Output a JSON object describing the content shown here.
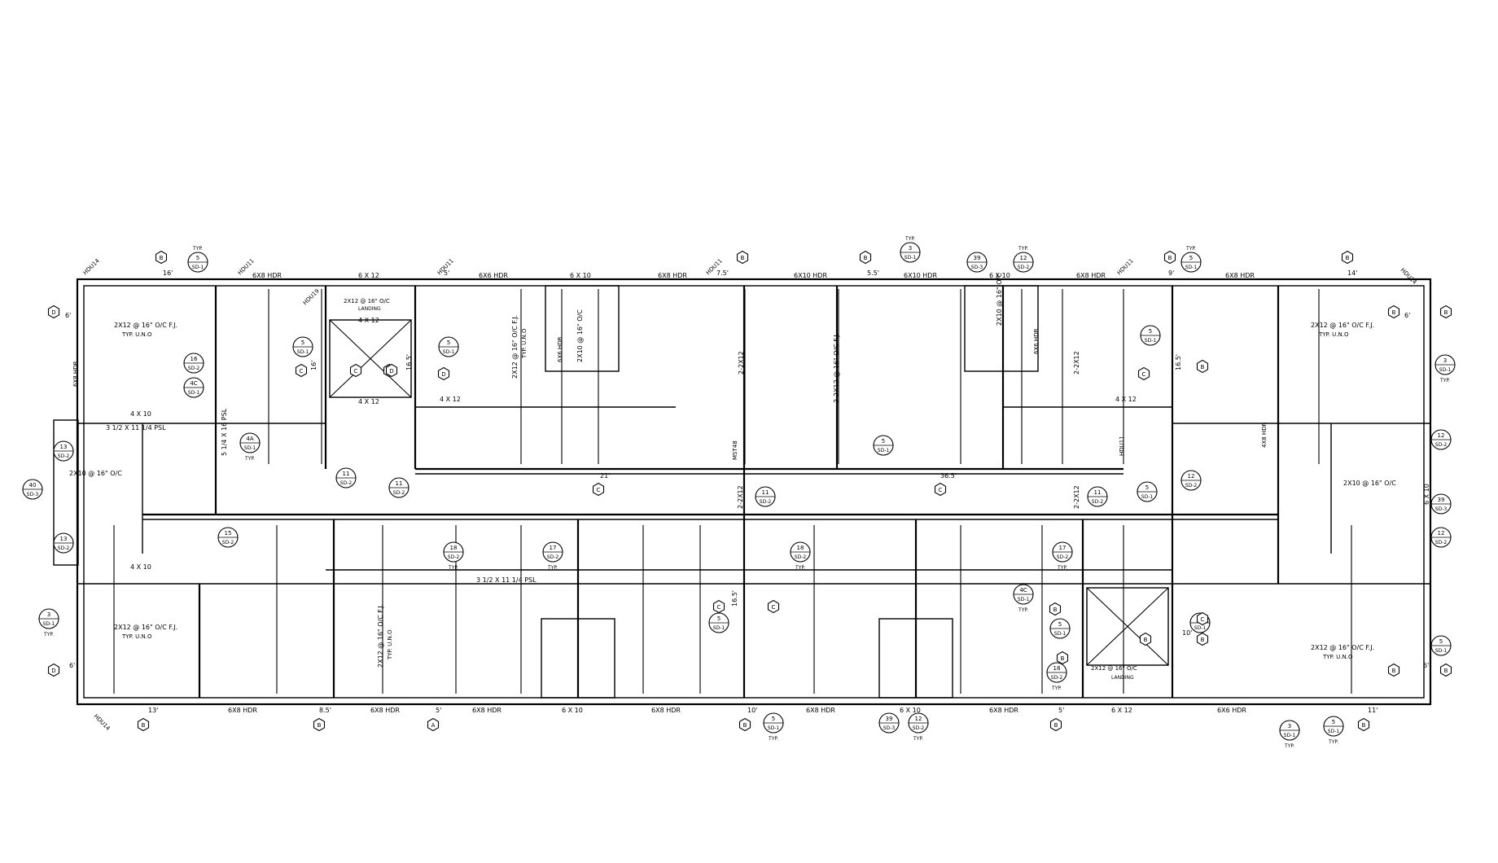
{
  "drawing": {
    "headers": [
      "6X8 HDR",
      "6 X 12",
      "6X6 HDR",
      "6 X 10",
      "6X10 HDR",
      "6X8 HDR",
      "6 X 10",
      "6X10 HDR",
      "6 X 10",
      "6X8 HDR",
      "6X8 HDR"
    ],
    "bottom_headers": [
      "6X8 HDR",
      "6X8 HDR",
      "6X8 HDR",
      "6 X 10",
      "6X8 HDR",
      "6X8 HDR",
      "6 X 10",
      "6X8 HDR",
      "6 X 12",
      "6X6 HDR"
    ],
    "holdowns": [
      "HDU14",
      "HDU11",
      "HDU19",
      "HDU11",
      "HDU11",
      "HDU11",
      "HDU14",
      "HDU14",
      "MST48",
      "HDU11"
    ],
    "joist_notes": [
      {
        "line1": "2X12 @ 16\" O/C F.J.",
        "line2": "TYP. U.N.O"
      },
      {
        "line1": "2X12 @ 16\" O/C",
        "line2": "LANDING"
      },
      {
        "line1": "2X12 @ 16\" O/C F.J.",
        "line2": "TYP. U.N.O"
      },
      {
        "line1": "2X12 @ 16\" O/C F.J.",
        "line2": "TYP. U.N.O"
      },
      {
        "line1": "2X12 @ 16\" O/C F.J.",
        "line2": "TYP. U.N.O"
      },
      {
        "line1": "2X12 @ 16\" O/C F.J.",
        "line2": "TYP. U.N.O"
      },
      {
        "line1": "2X12 @ 16\" O/C",
        "line2": "LANDING"
      }
    ],
    "beams": [
      "4 X 12",
      "4 X 12",
      "4 X 12",
      "4 X 12",
      "4 X 10",
      "4 X 10",
      "3 1/2 X 11 1/4 PSL",
      "5 1/4 X 16 PSL",
      "3 1/2 X 11 1/4 PSL",
      "2X10 @ 16\" O/C",
      "2X10 @ 16\" O/C",
      "6 X 10",
      "2-2X12",
      "2-2X12",
      "MST48"
    ],
    "vertical_labels": [
      "2X12 @ 16\" O/C F.J.",
      "TYP. U.N.O",
      "2X10 @ 16\" O/C",
      "6X6 HDR",
      "2-2X12",
      "2-2X12 @ 16\" O/C F.J.",
      "2X10 @ 16\" O/C",
      "6X6 HDR",
      "2-2X12",
      "2X12 @ 16\" O/C F.J.",
      "TYP. U.N.O",
      "4X8 HDR",
      "6X8 HDR"
    ],
    "spacings": [
      "16'",
      "6'",
      "5'",
      "7.5'",
      "5.5'",
      "9'",
      "14'",
      "6'",
      "21'",
      "36.5'",
      "16.5'",
      "16.5'",
      "16'",
      "16.5'",
      "10'",
      "6'",
      "13'",
      "8.5'",
      "5'",
      "10'",
      "5'",
      "11'",
      "6'"
    ],
    "callouts": [
      {
        "num": "5",
        "sheet": "SD-1",
        "note": "TYP."
      },
      {
        "num": "3",
        "sheet": "SD-1",
        "note": "TYP."
      },
      {
        "num": "39",
        "sheet": "SD-3",
        "note": ""
      },
      {
        "num": "12",
        "sheet": "SD-2",
        "note": "TYP."
      },
      {
        "num": "5",
        "sheet": "SD-1",
        "note": "TYP."
      },
      {
        "num": "5",
        "sheet": "SD-1",
        "note": ""
      },
      {
        "num": "16",
        "sheet": "SD-2",
        "note": ""
      },
      {
        "num": "4C",
        "sheet": "SD-1",
        "note": ""
      },
      {
        "num": "5",
        "sheet": "SD-1",
        "note": ""
      },
      {
        "num": "5",
        "sheet": "SD-1",
        "note": ""
      },
      {
        "num": "13",
        "sheet": "SD-2",
        "note": ""
      },
      {
        "num": "4A",
        "sheet": "SD-1",
        "note": "TYP."
      },
      {
        "num": "40",
        "sheet": "SD-3",
        "note": ""
      },
      {
        "num": "11",
        "sheet": "SD-2",
        "note": ""
      },
      {
        "num": "11",
        "sheet": "SD-2",
        "note": ""
      },
      {
        "num": "5",
        "sheet": "SD-1",
        "note": ""
      },
      {
        "num": "11",
        "sheet": "SD-2",
        "note": ""
      },
      {
        "num": "11",
        "sheet": "SD-2",
        "note": ""
      },
      {
        "num": "12",
        "sheet": "SD-2",
        "note": ""
      },
      {
        "num": "5",
        "sheet": "SD-1",
        "note": ""
      },
      {
        "num": "3",
        "sheet": "SD-1",
        "note": "TYP."
      },
      {
        "num": "12",
        "sheet": "SD-2",
        "note": ""
      },
      {
        "num": "39",
        "sheet": "SD-3",
        "note": ""
      },
      {
        "num": "12",
        "sheet": "SD-2",
        "note": ""
      },
      {
        "num": "13",
        "sheet": "SD-2",
        "note": ""
      },
      {
        "num": "15",
        "sheet": "SD-2",
        "note": ""
      },
      {
        "num": "18",
        "sheet": "SD-2",
        "note": "TYP."
      },
      {
        "num": "17",
        "sheet": "SD-2",
        "note": "TYP."
      },
      {
        "num": "18",
        "sheet": "SD-2",
        "note": "TYP."
      },
      {
        "num": "17",
        "sheet": "SD-2",
        "note": "TYP."
      },
      {
        "num": "4C",
        "sheet": "SD-1",
        "note": "TYP."
      },
      {
        "num": "5",
        "sheet": "SD-1",
        "note": ""
      },
      {
        "num": "5",
        "sheet": "SD-1",
        "note": ""
      },
      {
        "num": "5",
        "sheet": "SD-1",
        "note": ""
      },
      {
        "num": "3",
        "sheet": "SD-1",
        "note": "TYP."
      },
      {
        "num": "5",
        "sheet": "SD-1",
        "note": ""
      },
      {
        "num": "18",
        "sheet": "SD-2",
        "note": "TYP."
      },
      {
        "num": "5",
        "sheet": "SD-1",
        "note": "TYP."
      },
      {
        "num": "39",
        "sheet": "SD-3",
        "note": ""
      },
      {
        "num": "12",
        "sheet": "SD-2",
        "note": "TYP."
      },
      {
        "num": "3",
        "sheet": "SD-1",
        "note": "TYP."
      },
      {
        "num": "5",
        "sheet": "SD-1",
        "note": "TYP."
      }
    ],
    "hex_marks": [
      "B",
      "B",
      "B",
      "B",
      "B",
      "B",
      "B",
      "D",
      "D",
      "C",
      "C",
      "D",
      "D",
      "C",
      "C",
      "C",
      "B",
      "B",
      "B",
      "C",
      "C",
      "B",
      "B",
      "B",
      "A",
      "B",
      "B",
      "B",
      "B",
      "D",
      "B",
      "C",
      "B"
    ]
  }
}
